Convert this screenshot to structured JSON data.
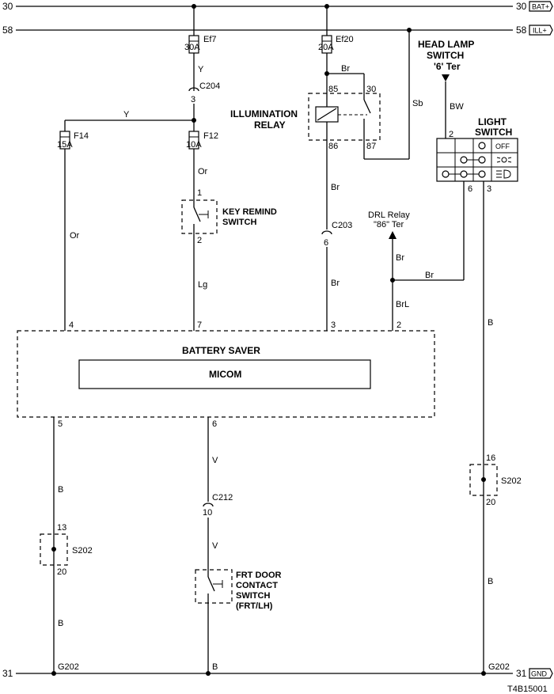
{
  "rails": {
    "bat_num": "30",
    "bat_label": "BAT+",
    "ill_num": "58",
    "ill_label": "ILL+",
    "gnd_num": "31",
    "gnd_label": "GND"
  },
  "fuses": {
    "ef7_name": "Ef7",
    "ef7_rating": "30A",
    "ef20_name": "Ef20",
    "ef20_rating": "20A",
    "f14_name": "F14",
    "f14_rating": "15A",
    "f12_name": "F12",
    "f12_rating": "10A"
  },
  "connectors": {
    "c204": "C204",
    "c204_pin": "3",
    "c203": "C203",
    "c203_pin": "6",
    "c212": "C212",
    "c212_pin": "10"
  },
  "wires": {
    "y1": "Y",
    "y2": "Y",
    "or1": "Or",
    "or2": "Or",
    "lg": "Lg",
    "br1": "Br",
    "br2": "Br",
    "br3": "Br",
    "br4": "Br",
    "br5": "Br",
    "brl": "BrL",
    "sb": "Sb",
    "bw": "BW",
    "b1": "B",
    "b2": "B",
    "b3": "B",
    "b4": "B",
    "b5": "B",
    "v1": "V",
    "v2": "V"
  },
  "relay": {
    "label_1": "ILLUMINATION",
    "label_2": "RELAY",
    "pin_85": "85",
    "pin_30": "30",
    "pin_86": "86",
    "pin_87": "87"
  },
  "head_lamp": {
    "line1": "HEAD LAMP",
    "line2": "SWITCH",
    "line3": "'6' Ter"
  },
  "light_switch": {
    "line1": "LIGHT",
    "line2": "SWITCH",
    "pin_2": "2",
    "pin_6": "6",
    "pin_3": "3",
    "off_label": "OFF"
  },
  "key_remind": {
    "line1": "KEY REMIND",
    "line2": "SWITCH",
    "pin_1": "1",
    "pin_2": "2"
  },
  "drl": {
    "line1": "DRL Relay",
    "line2": "\"86\" Ter"
  },
  "battery_saver": {
    "title": "BATTERY SAVER",
    "micom": "MICOM",
    "pin_4": "4",
    "pin_7": "7",
    "pin_3": "3",
    "pin_2": "2",
    "pin_5": "5",
    "pin_6": "6"
  },
  "splices": {
    "left_name": "S202",
    "left_top": "13",
    "left_bottom": "20",
    "right_name": "S202",
    "right_top": "16",
    "right_bottom": "20"
  },
  "door_switch": {
    "line1": "FRT DOOR",
    "line2": "CONTACT",
    "line3": "SWITCH",
    "line4": "(FRT/LH)"
  },
  "grounds": {
    "left": "G202",
    "right": "G202",
    "mid_wire": "B"
  },
  "diagram_id": "T4B15001"
}
